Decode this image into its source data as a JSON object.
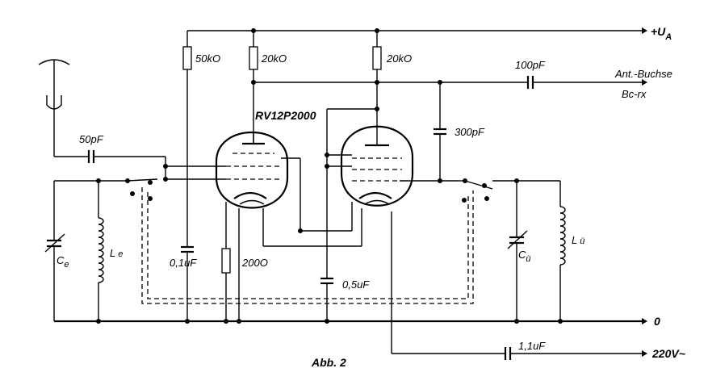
{
  "labels": {
    "supply": "+U",
    "supply_sub": "A",
    "r1": "50kO",
    "r2": "20kO",
    "r3": "20kO",
    "c_coupling": "100pF",
    "antenna_socket": "Ant.-Buchse",
    "bc_rx": "Bc-rx",
    "tube": "RV12P2000",
    "c_input": "50pF",
    "c_feedback": "300pF",
    "ce": "C",
    "ce_sub": "e",
    "le": "L",
    "le_sub": "e",
    "c_bypass1": "0,1uF",
    "r_cathode": "200O",
    "c_bypass2": "0,5uF",
    "cu": "C",
    "cu_sub": "ü",
    "lu": "L",
    "lu_sub": "ü",
    "ground": "0",
    "c_mains": "1,1uF",
    "mains": "220V~",
    "caption": "Abb. 2"
  }
}
